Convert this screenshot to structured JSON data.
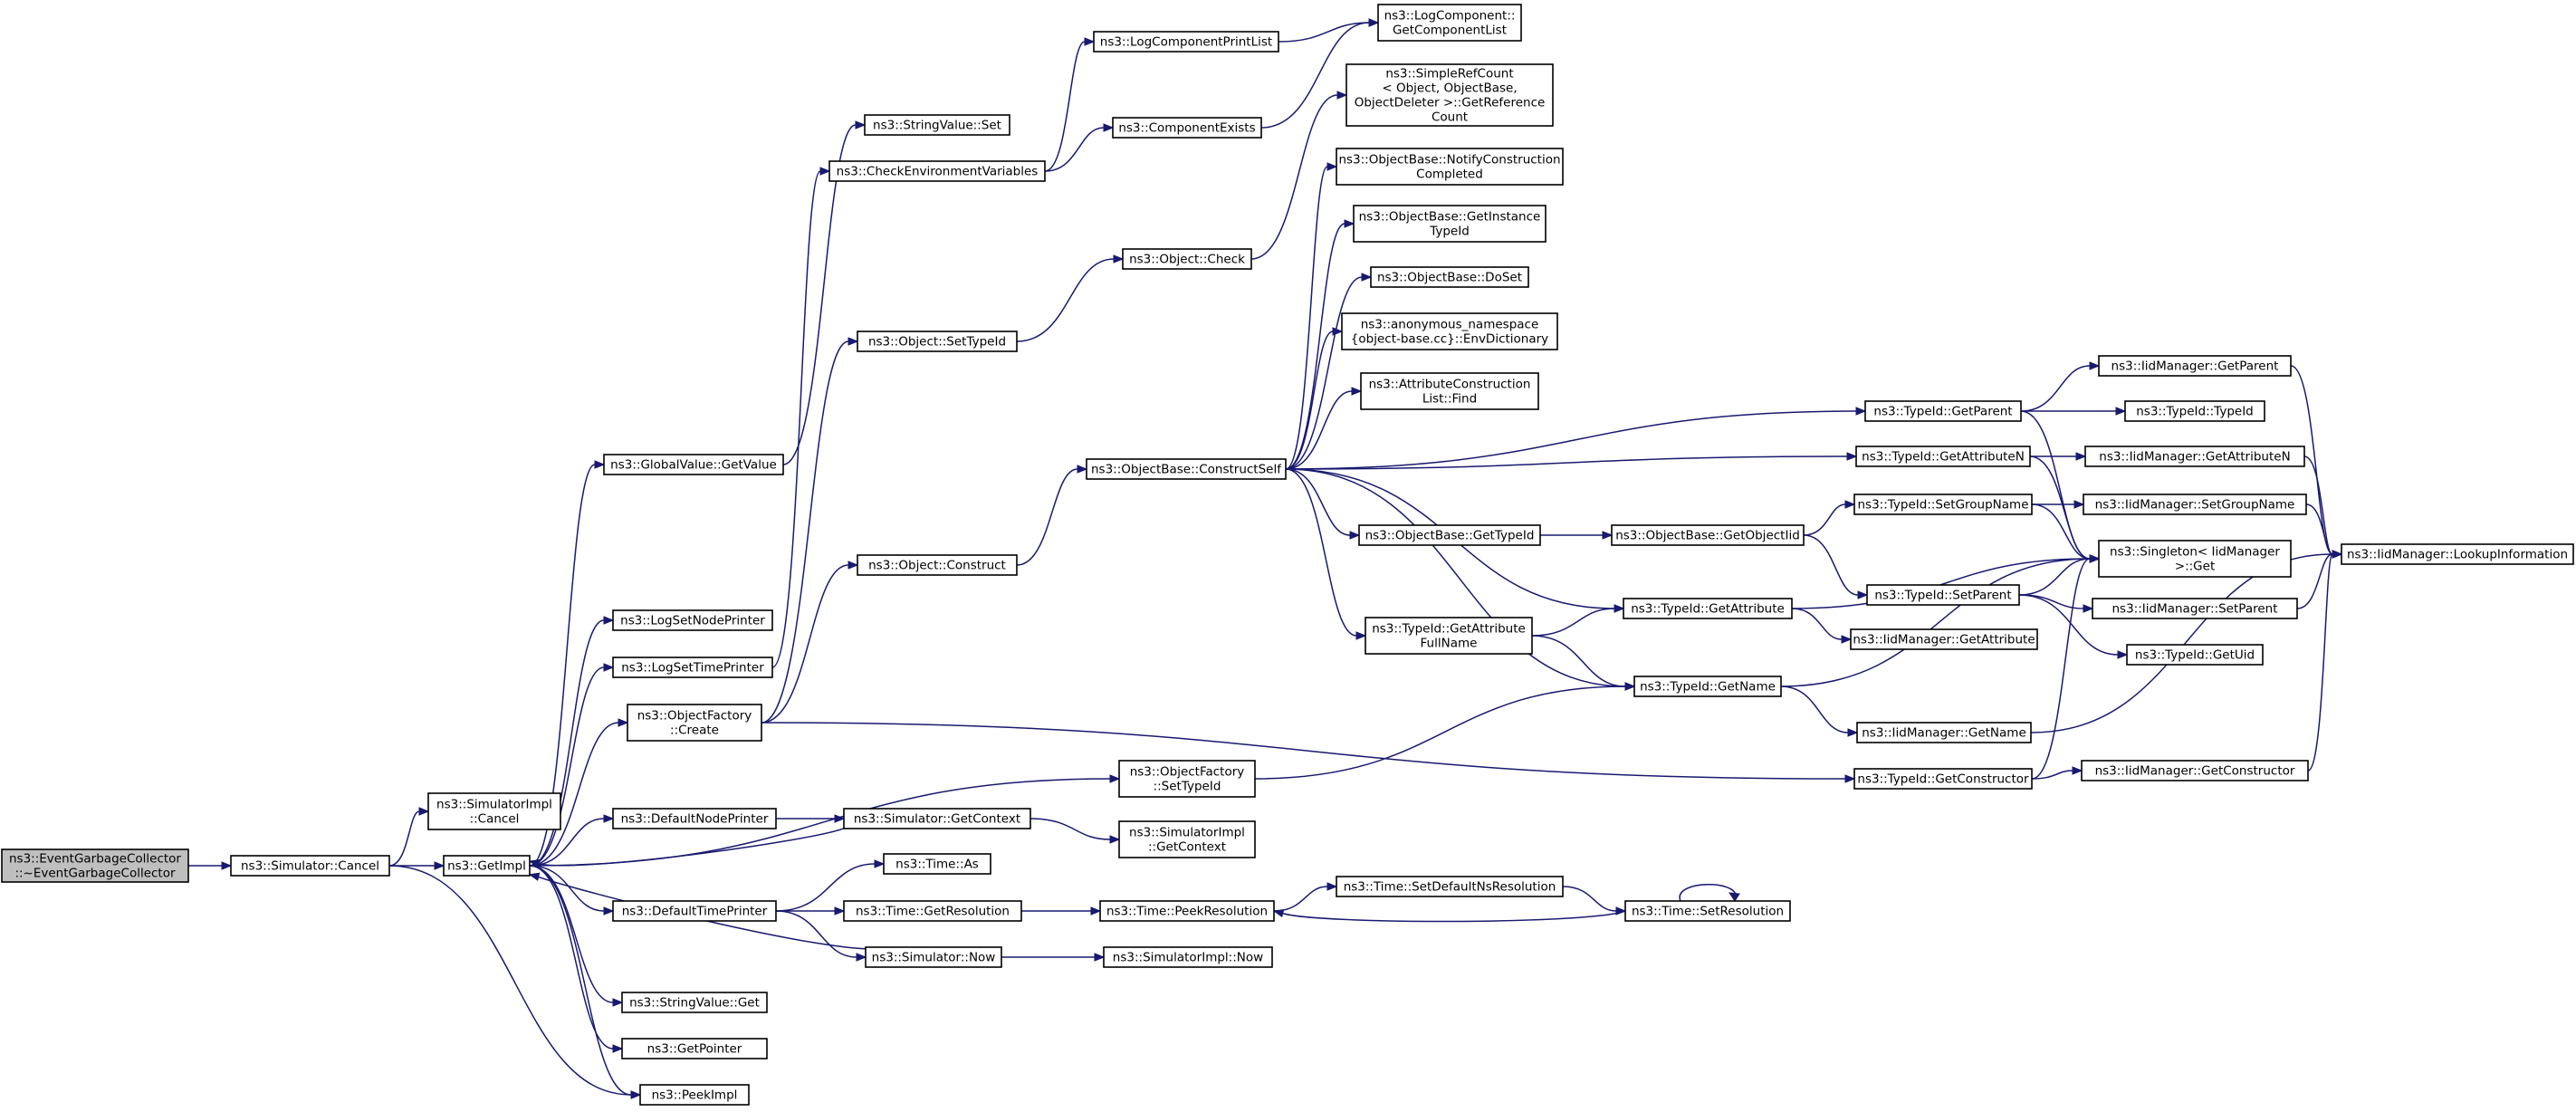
{
  "nodes": [
    {
      "id": "egc",
      "lines": [
        "ns3::EventGarbageCollector",
        "::~EventGarbageCollector"
      ],
      "root": true
    },
    {
      "id": "simcancel",
      "lines": [
        "ns3::Simulator::Cancel"
      ]
    },
    {
      "id": "simimplcancel",
      "lines": [
        "ns3::SimulatorImpl",
        "::Cancel"
      ]
    },
    {
      "id": "getimpl",
      "lines": [
        "ns3::GetImpl"
      ]
    },
    {
      "id": "gvgetvalue",
      "lines": [
        "ns3::GlobalValue::GetValue"
      ]
    },
    {
      "id": "logsetnode",
      "lines": [
        "ns3::LogSetNodePrinter"
      ]
    },
    {
      "id": "logsettime",
      "lines": [
        "ns3::LogSetTimePrinter"
      ]
    },
    {
      "id": "ofcreate",
      "lines": [
        "ns3::ObjectFactory",
        "::Create"
      ]
    },
    {
      "id": "defnode",
      "lines": [
        "ns3::DefaultNodePrinter"
      ]
    },
    {
      "id": "deftime",
      "lines": [
        "ns3::DefaultTimePrinter"
      ]
    },
    {
      "id": "svget",
      "lines": [
        "ns3::StringValue::Get"
      ]
    },
    {
      "id": "getpointer",
      "lines": [
        "ns3::GetPointer"
      ]
    },
    {
      "id": "peekimpl",
      "lines": [
        "ns3::PeekImpl"
      ]
    },
    {
      "id": "svset",
      "lines": [
        "ns3::StringValue::Set"
      ]
    },
    {
      "id": "checkenv",
      "lines": [
        "ns3::CheckEnvironmentVariables"
      ]
    },
    {
      "id": "settypeid",
      "lines": [
        "ns3::Object::SetTypeId"
      ]
    },
    {
      "id": "construct",
      "lines": [
        "ns3::Object::Construct"
      ]
    },
    {
      "id": "ofsettypeid",
      "lines": [
        "ns3::ObjectFactory",
        "::SetTypeId"
      ]
    },
    {
      "id": "simgetctx",
      "lines": [
        "ns3::Simulator::GetContext"
      ]
    },
    {
      "id": "timeas",
      "lines": [
        "ns3::Time::As"
      ]
    },
    {
      "id": "timegetres",
      "lines": [
        "ns3::Time::GetResolution"
      ]
    },
    {
      "id": "simnow",
      "lines": [
        "ns3::Simulator::Now"
      ]
    },
    {
      "id": "logcpl",
      "lines": [
        "ns3::LogComponentPrintList"
      ]
    },
    {
      "id": "compexists",
      "lines": [
        "ns3::ComponentExists"
      ]
    },
    {
      "id": "objcheck",
      "lines": [
        "ns3::Object::Check"
      ]
    },
    {
      "id": "obconstruct",
      "lines": [
        "ns3::ObjectBase::ConstructSelf"
      ]
    },
    {
      "id": "simimplgetctx",
      "lines": [
        "ns3::SimulatorImpl",
        "::GetContext"
      ]
    },
    {
      "id": "timepeek",
      "lines": [
        "ns3::Time::PeekResolution"
      ]
    },
    {
      "id": "simimplnow",
      "lines": [
        "ns3::SimulatorImpl::Now"
      ]
    },
    {
      "id": "logcomplist",
      "lines": [
        "ns3::LogComponent::",
        "GetComponentList"
      ]
    },
    {
      "id": "refcount",
      "lines": [
        "ns3::SimpleRefCount",
        "< Object, ObjectBase,",
        "ObjectDeleter >::GetReference",
        "Count"
      ]
    },
    {
      "id": "notifyconst",
      "lines": [
        "ns3::ObjectBase::NotifyConstruction",
        "Completed"
      ]
    },
    {
      "id": "getinsttid",
      "lines": [
        "ns3::ObjectBase::GetInstance",
        "TypeId"
      ]
    },
    {
      "id": "doset",
      "lines": [
        "ns3::ObjectBase::DoSet"
      ]
    },
    {
      "id": "envdict",
      "lines": [
        "ns3::anonymous_namespace",
        "{object-base.cc}::EnvDictionary"
      ]
    },
    {
      "id": "attrfind",
      "lines": [
        "ns3::AttributeConstruction",
        "List::Find"
      ]
    },
    {
      "id": "obgettid",
      "lines": [
        "ns3::ObjectBase::GetTypeId"
      ]
    },
    {
      "id": "tidgetattrfull",
      "lines": [
        "ns3::TypeId::GetAttribute",
        "FullName"
      ]
    },
    {
      "id": "timesetdefns",
      "lines": [
        "ns3::Time::SetDefaultNsResolution"
      ]
    },
    {
      "id": "obgetobjtid",
      "lines": [
        "ns3::ObjectBase::GetObjectIid"
      ]
    },
    {
      "id": "tidgetattr",
      "lines": [
        "ns3::TypeId::GetAttribute"
      ]
    },
    {
      "id": "tidgetname",
      "lines": [
        "ns3::TypeId::GetName"
      ]
    },
    {
      "id": "timesetres",
      "lines": [
        "ns3::Time::SetResolution"
      ]
    },
    {
      "id": "tidgetparent",
      "lines": [
        "ns3::TypeId::GetParent"
      ]
    },
    {
      "id": "tidgetattrn",
      "lines": [
        "ns3::TypeId::GetAttributeN"
      ]
    },
    {
      "id": "tidsetgroup",
      "lines": [
        "ns3::TypeId::SetGroupName"
      ]
    },
    {
      "id": "tidsetparent",
      "lines": [
        "ns3::TypeId::SetParent"
      ]
    },
    {
      "id": "iidgetattr",
      "lines": [
        "ns3::IidManager::GetAttribute"
      ]
    },
    {
      "id": "iidgetname",
      "lines": [
        "ns3::IidManager::GetName"
      ]
    },
    {
      "id": "tidgetctor",
      "lines": [
        "ns3::TypeId::GetConstructor"
      ]
    },
    {
      "id": "iidgetparent",
      "lines": [
        "ns3::IidManager::GetParent"
      ]
    },
    {
      "id": "tidtypeid",
      "lines": [
        "ns3::TypeId::TypeId"
      ]
    },
    {
      "id": "iidgetattrn",
      "lines": [
        "ns3::IidManager::GetAttributeN"
      ]
    },
    {
      "id": "iidsetgroup",
      "lines": [
        "ns3::IidManager::SetGroupName"
      ]
    },
    {
      "id": "singleton",
      "lines": [
        "ns3::Singleton< IidManager",
        ">::Get"
      ]
    },
    {
      "id": "iidsetparent",
      "lines": [
        "ns3::IidManager::SetParent"
      ]
    },
    {
      "id": "tidgetuid",
      "lines": [
        "ns3::TypeId::GetUid"
      ]
    },
    {
      "id": "iidgetctor",
      "lines": [
        "ns3::IidManager::GetConstructor"
      ]
    },
    {
      "id": "iidlookup",
      "lines": [
        "ns3::IidManager::LookupInformation"
      ]
    }
  ],
  "edges": [
    [
      "egc",
      "simcancel"
    ],
    [
      "simcancel",
      "simimplcancel"
    ],
    [
      "simcancel",
      "getimpl"
    ],
    [
      "simcancel",
      "peekimpl"
    ],
    [
      "getimpl",
      "gvgetvalue"
    ],
    [
      "getimpl",
      "logsetnode"
    ],
    [
      "getimpl",
      "logsettime"
    ],
    [
      "getimpl",
      "ofcreate"
    ],
    [
      "getimpl",
      "ofsettypeid"
    ],
    [
      "getimpl",
      "defnode"
    ],
    [
      "getimpl",
      "deftime"
    ],
    [
      "getimpl",
      "svget"
    ],
    [
      "getimpl",
      "getpointer"
    ],
    [
      "getimpl",
      "peekimpl"
    ],
    [
      "gvgetvalue",
      "svset"
    ],
    [
      "logsettime",
      "checkenv"
    ],
    [
      "ofcreate",
      "settypeid"
    ],
    [
      "ofcreate",
      "construct"
    ],
    [
      "ofcreate",
      "tidgetctor"
    ],
    [
      "defnode",
      "simgetctx"
    ],
    [
      "simgetctx",
      "getimpl"
    ],
    [
      "simgetctx",
      "simimplgetctx"
    ],
    [
      "deftime",
      "timeas"
    ],
    [
      "deftime",
      "timegetres"
    ],
    [
      "deftime",
      "simnow"
    ],
    [
      "simnow",
      "getimpl"
    ],
    [
      "simnow",
      "simimplnow"
    ],
    [
      "timegetres",
      "timepeek"
    ],
    [
      "checkenv",
      "logcpl"
    ],
    [
      "checkenv",
      "compexists"
    ],
    [
      "logcpl",
      "logcomplist"
    ],
    [
      "compexists",
      "logcomplist"
    ],
    [
      "settypeid",
      "objcheck"
    ],
    [
      "objcheck",
      "refcount"
    ],
    [
      "construct",
      "obconstruct"
    ],
    [
      "obconstruct",
      "notifyconst"
    ],
    [
      "obconstruct",
      "getinsttid"
    ],
    [
      "obconstruct",
      "doset"
    ],
    [
      "obconstruct",
      "envdict"
    ],
    [
      "obconstruct",
      "attrfind"
    ],
    [
      "obconstruct",
      "tidgetparent"
    ],
    [
      "obconstruct",
      "tidgetattrn"
    ],
    [
      "obconstruct",
      "obgettid"
    ],
    [
      "obconstruct",
      "tidgetattr"
    ],
    [
      "obconstruct",
      "tidgetattrfull"
    ],
    [
      "obconstruct",
      "tidgetname"
    ],
    [
      "ofsettypeid",
      "tidgetname"
    ],
    [
      "timepeek",
      "timesetdefns"
    ],
    [
      "timesetdefns",
      "timesetres"
    ],
    [
      "timesetres",
      "timepeek"
    ],
    [
      "timesetres",
      "timesetres"
    ],
    [
      "obgettid",
      "obgetobjtid"
    ],
    [
      "obgetobjtid",
      "tidsetgroup"
    ],
    [
      "obgetobjtid",
      "tidsetparent"
    ],
    [
      "tidgetattrfull",
      "tidgetattr"
    ],
    [
      "tidgetattrfull",
      "tidgetname"
    ],
    [
      "tidgetattr",
      "iidgetattr"
    ],
    [
      "tidgetattr",
      "singleton"
    ],
    [
      "tidgetname",
      "iidgetname"
    ],
    [
      "tidgetname",
      "singleton"
    ],
    [
      "tidgetctor",
      "iidgetctor"
    ],
    [
      "tidgetctor",
      "singleton"
    ],
    [
      "tidgetparent",
      "iidgetparent"
    ],
    [
      "tidgetparent",
      "tidtypeid"
    ],
    [
      "tidgetparent",
      "singleton"
    ],
    [
      "tidgetattrn",
      "iidgetattrn"
    ],
    [
      "tidgetattrn",
      "singleton"
    ],
    [
      "tidsetgroup",
      "iidsetgroup"
    ],
    [
      "tidsetgroup",
      "singleton"
    ],
    [
      "tidsetparent",
      "iidsetparent"
    ],
    [
      "tidsetparent",
      "tidgetuid"
    ],
    [
      "tidsetparent",
      "singleton"
    ],
    [
      "iidgetparent",
      "iidlookup"
    ],
    [
      "iidgetattrn",
      "iidlookup"
    ],
    [
      "iidsetgroup",
      "iidlookup"
    ],
    [
      "iidsetparent",
      "iidlookup"
    ],
    [
      "iidgetname",
      "iidlookup"
    ],
    [
      "iidgetctor",
      "iidlookup"
    ]
  ]
}
